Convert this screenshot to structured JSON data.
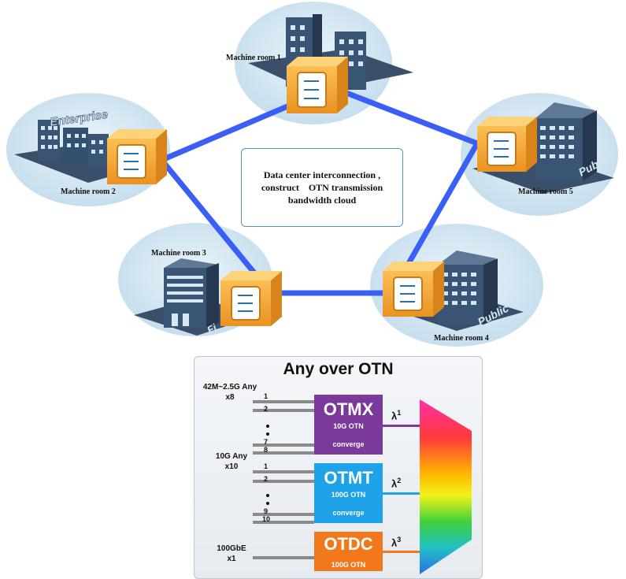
{
  "diagram": {
    "note": {
      "line1": "Data center interconnection ,",
      "line2": "construct    OTN transmission",
      "line3": "bandwidth cloud"
    },
    "rooms": [
      {
        "label": "Machine room  1",
        "building_text": ""
      },
      {
        "label": "Machine room  2",
        "building_text": "Enterprise"
      },
      {
        "label": "Machine room  3",
        "building_text": "Fi"
      },
      {
        "label": "Machine room  4",
        "building_text": "Public"
      },
      {
        "label": "Machine room  5",
        "building_text": "Public"
      }
    ],
    "colors": {
      "link": "#3a5ff5",
      "cloud": "#cfe4f1",
      "box": "#f2a530",
      "building": "#1d3f66"
    }
  },
  "panel": {
    "title": "Any over OTN",
    "inputs": [
      {
        "label": "42M~2.5G Any\nx8"
      },
      {
        "label": "10G Any\nx10"
      },
      {
        "label": "100GbE\nx1"
      }
    ],
    "ports": {
      "p1a": "1",
      "p2a": "2",
      "p7": "7",
      "p8": "8",
      "p1b": "1",
      "p2b": "2",
      "p9": "9",
      "p10": "10"
    },
    "cards": [
      {
        "name": "OTMX",
        "line1": "10G OTN",
        "line2": "converge",
        "color": "#7b3a9b"
      },
      {
        "name": "OTMT",
        "line1": "100G OTN",
        "line2": "converge",
        "color": "#1ea3e8"
      },
      {
        "name": "OTDC",
        "line1": "100G OTN",
        "line2": "",
        "color": "#f2791b"
      }
    ],
    "lambdas": [
      {
        "symbol": "λ",
        "sub": "1"
      },
      {
        "symbol": "λ",
        "sub": "2"
      },
      {
        "symbol": "λ",
        "sub": "3"
      }
    ]
  }
}
